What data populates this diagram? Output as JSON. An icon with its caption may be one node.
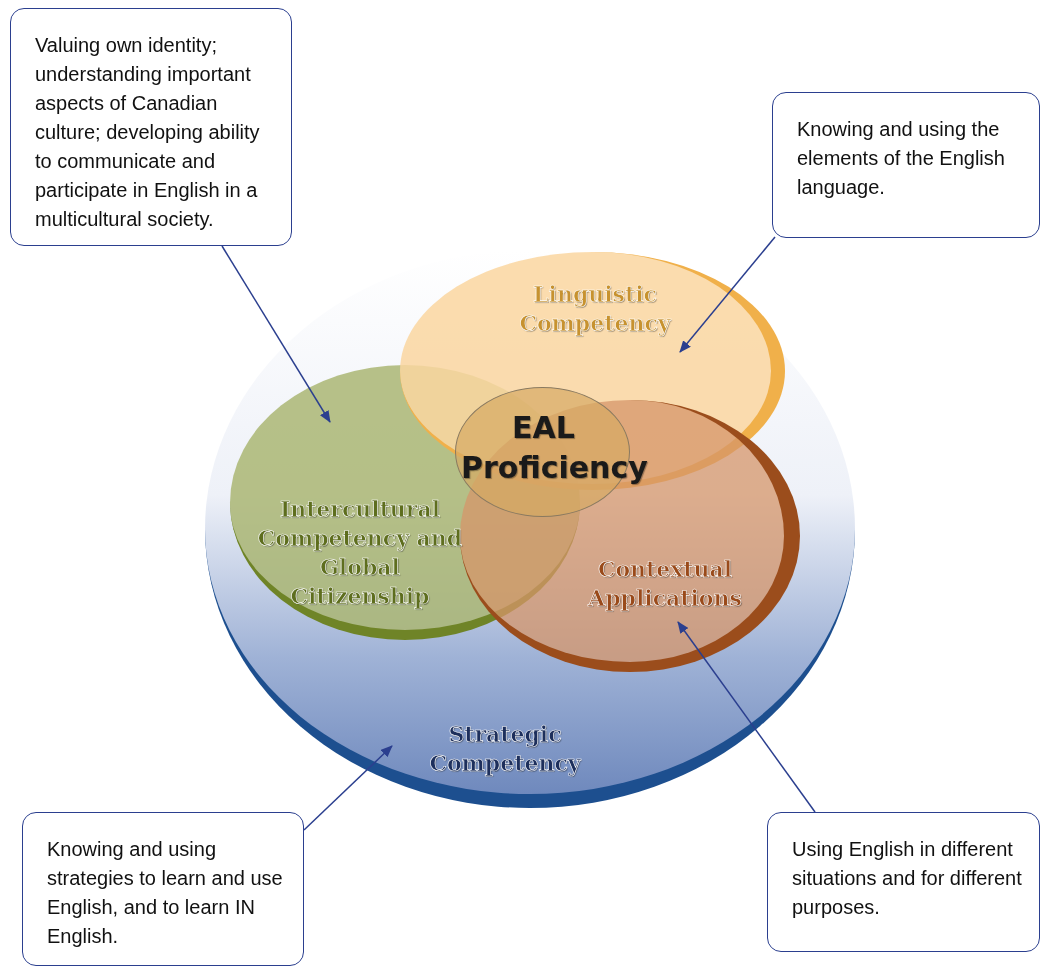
{
  "diagram": {
    "nodes": [
      {
        "text": [
          "Valuing own identity; understanding important aspects of Canadian culture; developing ability to communicate and participate in English in a multicultural society."
        ]
      },
      {
        "text": [
          "Knowing and using the elements of the English language."
        ]
      },
      {
        "text": [
          "Knowing and using strategies to learn and use English, and to learn IN English."
        ]
      },
      {
        "text": [
          "Using English in different situations and for different purposes."
        ]
      },
      {
        "text": [
          "Strategic Competency"
        ]
      },
      {
        "text": [
          "Intercultural Competency and Global Citizenship"
        ],
        "in": 4
      },
      {
        "text": [
          "Linguistic Competency"
        ],
        "in": 4
      },
      {
        "text": [
          "Contextual Applications"
        ],
        "in": 4
      },
      {
        "text": [
          "EAL Proficiency"
        ],
        "in": 4
      }
    ],
    "edges": [
      {
        "from": 0,
        "to": 5,
        "arrow": "to"
      },
      {
        "from": 1,
        "to": 6,
        "arrow": "to"
      },
      {
        "from": 2,
        "to": 4,
        "arrow": "to"
      },
      {
        "from": 3,
        "to": 7,
        "arrow": "to"
      }
    ]
  }
}
